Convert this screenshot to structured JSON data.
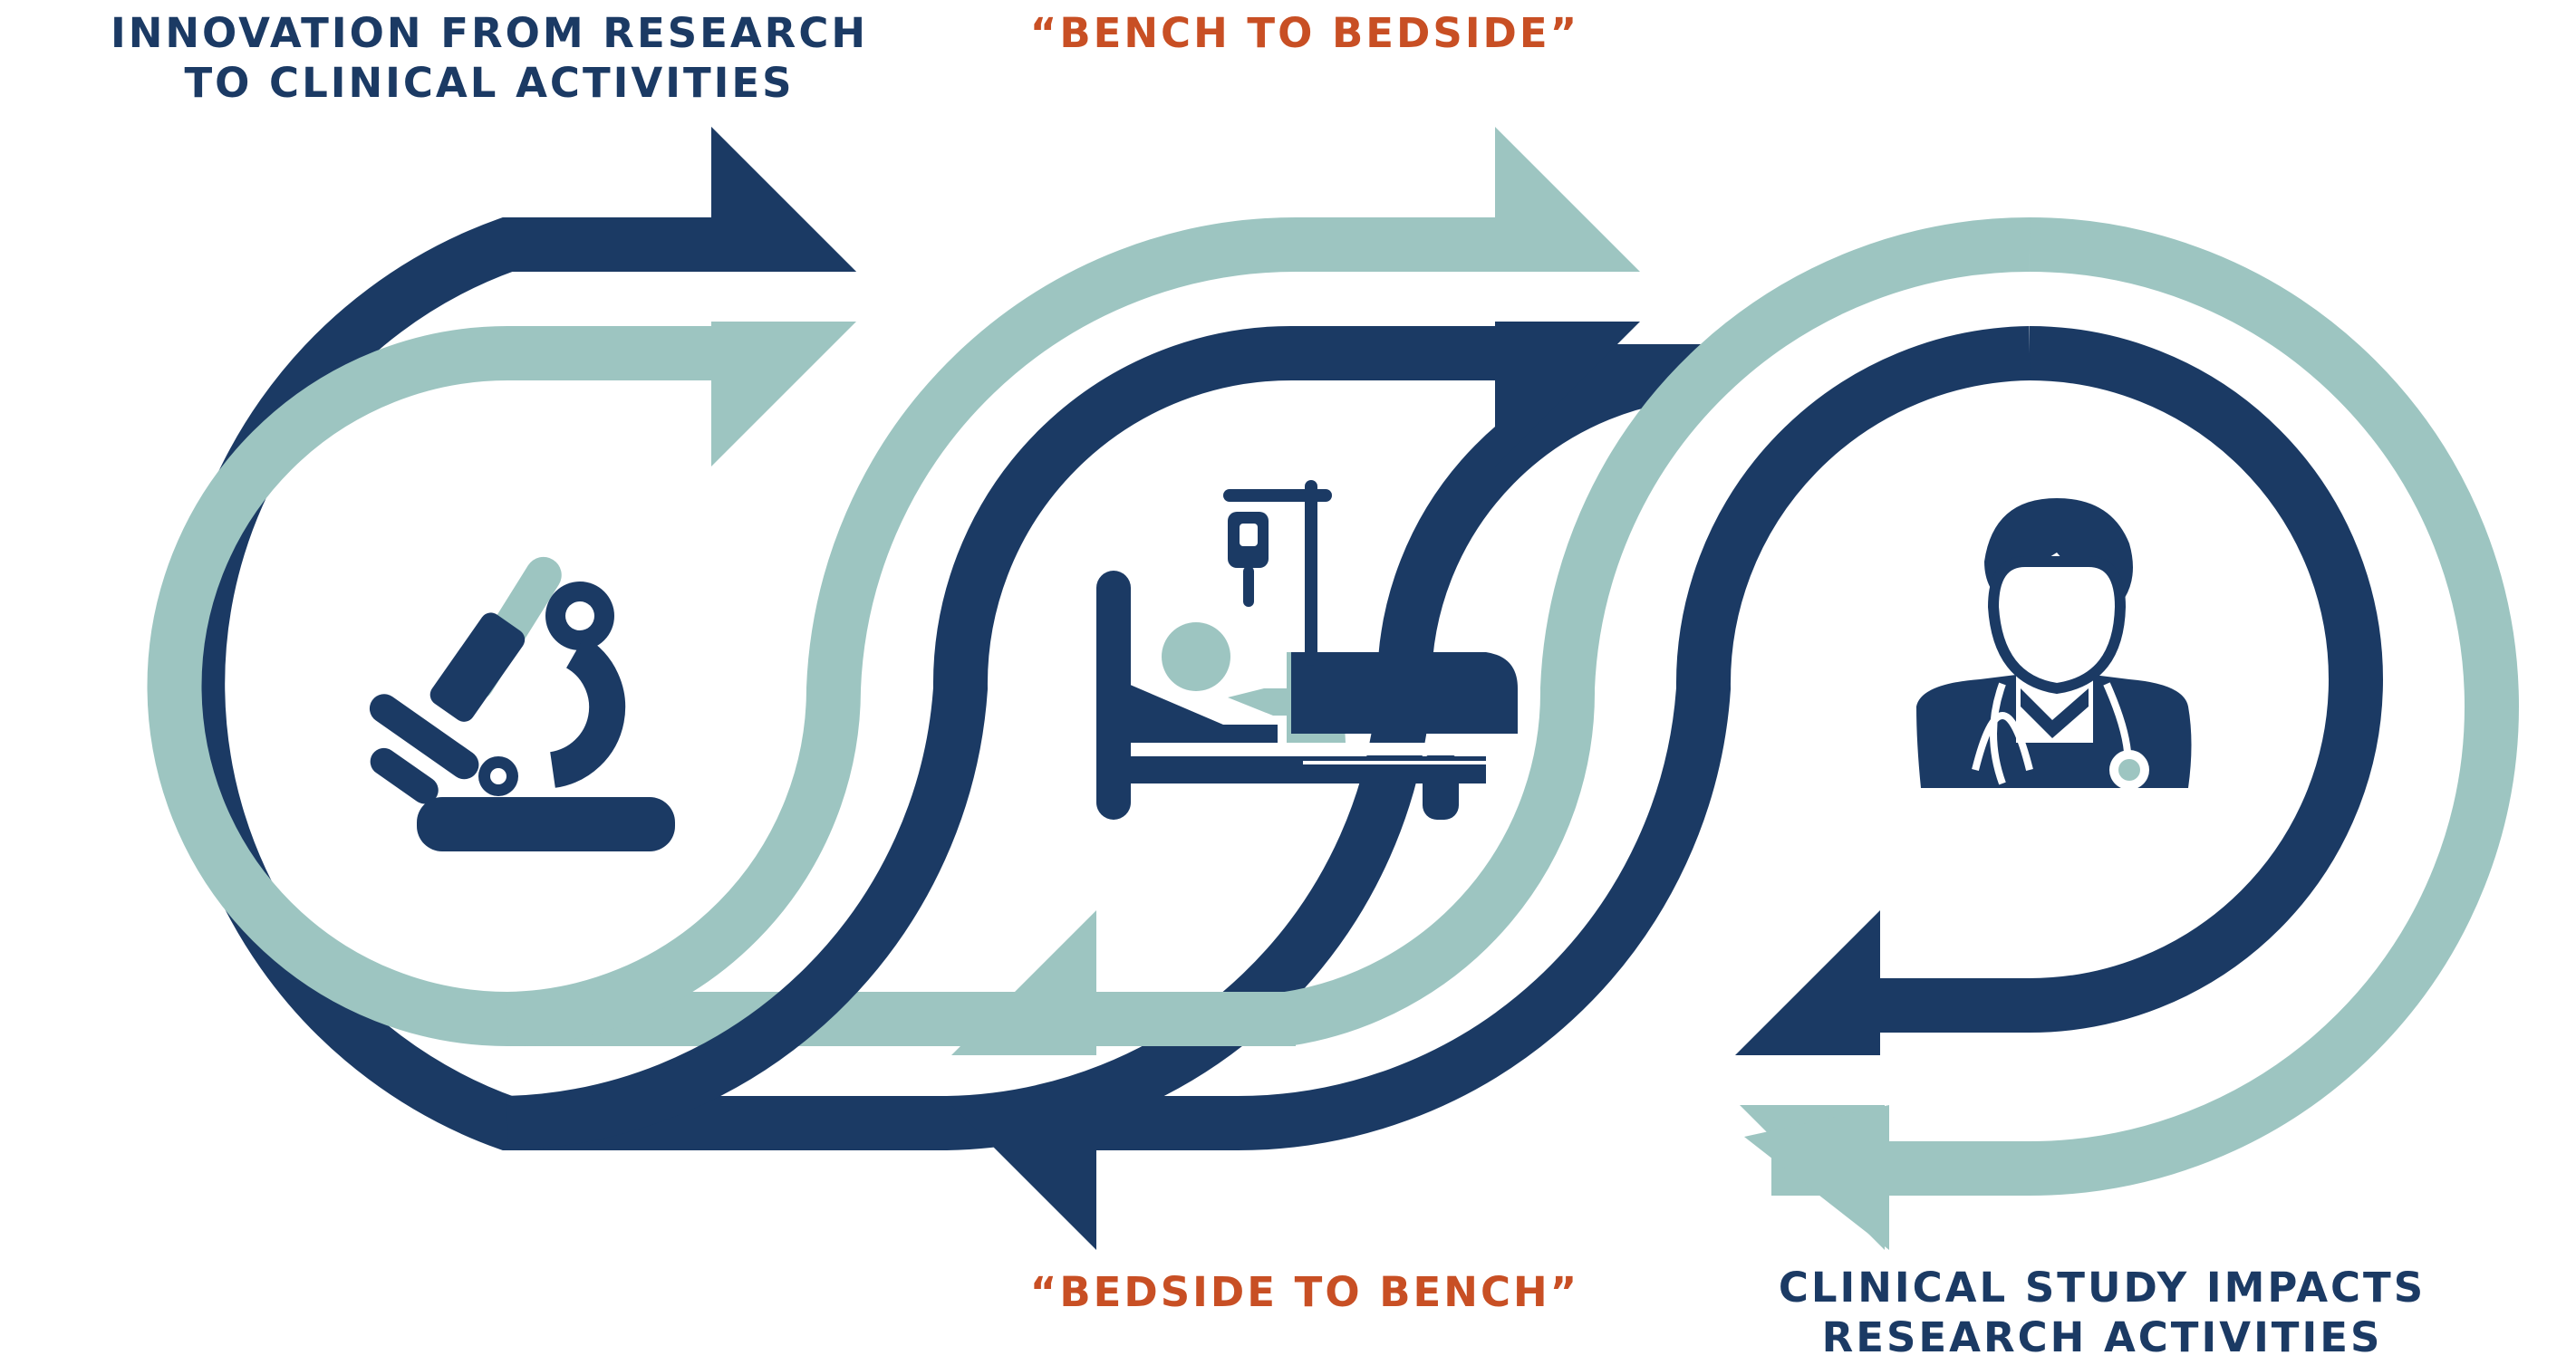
{
  "labels": {
    "innovation": [
      "INNOVATION FROM RESEARCH",
      "TO CLINICAL ACTIVITIES"
    ],
    "bench_to_bedside": "“BENCH TO BEDSIDE”",
    "bedside_to_bench": "“BEDSIDE TO BENCH”",
    "clinical_study": [
      "CLINICAL STUDY IMPACTS",
      "RESEARCH ACTIVITIES"
    ]
  },
  "icons": [
    "microscope-icon",
    "hospital-bed-icon",
    "doctor-icon"
  ],
  "colors": {
    "navy": "#1b3a64",
    "teal": "#9dc5c1",
    "orange": "#c84f24"
  }
}
